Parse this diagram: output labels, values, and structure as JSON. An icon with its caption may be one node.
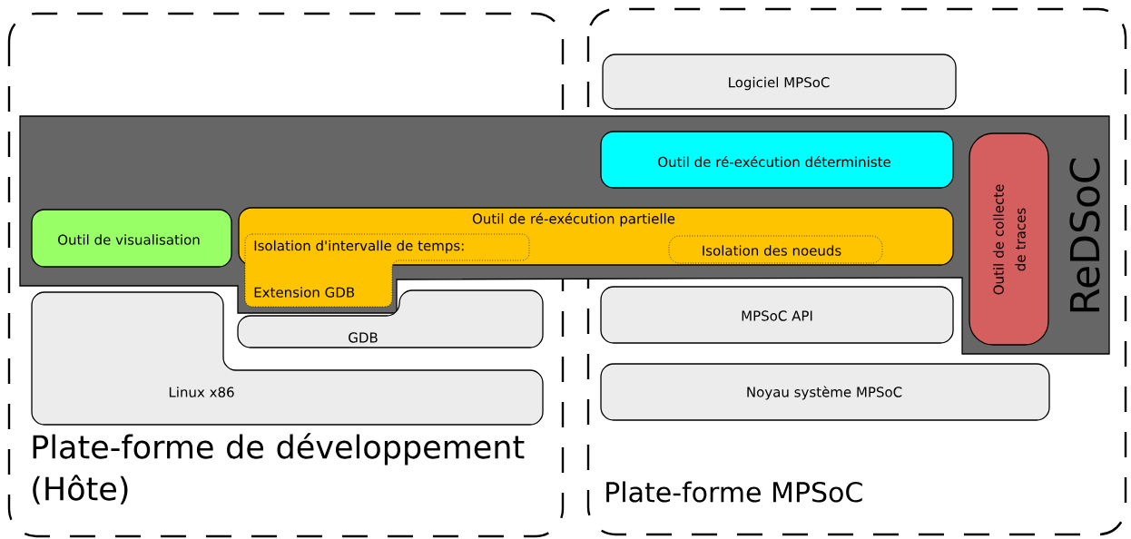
{
  "diagram": {
    "nodes": [
      {
        "text": [
          "Plate-forme de développement (Hôte)"
        ]
      },
      {
        "text": [
          "Plate-forme MPSoC"
        ]
      },
      {
        "text": [
          "ReDSoC"
        ]
      },
      {
        "text": [
          "Logiciel MPSoC"
        ],
        "in": 1
      },
      {
        "text": [
          "Outil de ré-exécution déterministe"
        ]
      },
      {
        "text": [
          "Outil de collecte de traces"
        ]
      },
      {
        "text": [
          "Outil de visualisation"
        ]
      },
      {
        "text": [
          "Outil de ré-exécution partielle"
        ],
        "in": 2
      },
      {
        "text": [
          "Isolation d'intervalle de temps:",
          "Extension GDB"
        ]
      },
      {
        "text": [
          "Isolation des noeuds"
        ]
      },
      {
        "text": [
          "GDB"
        ],
        "in": 0
      },
      {
        "text": [
          "Linux x86"
        ],
        "in": 0
      },
      {
        "text": [
          "MPSoC API"
        ],
        "in": 1
      },
      {
        "text": [
          "Noyau système MPSoC"
        ],
        "in": 1
      }
    ]
  }
}
